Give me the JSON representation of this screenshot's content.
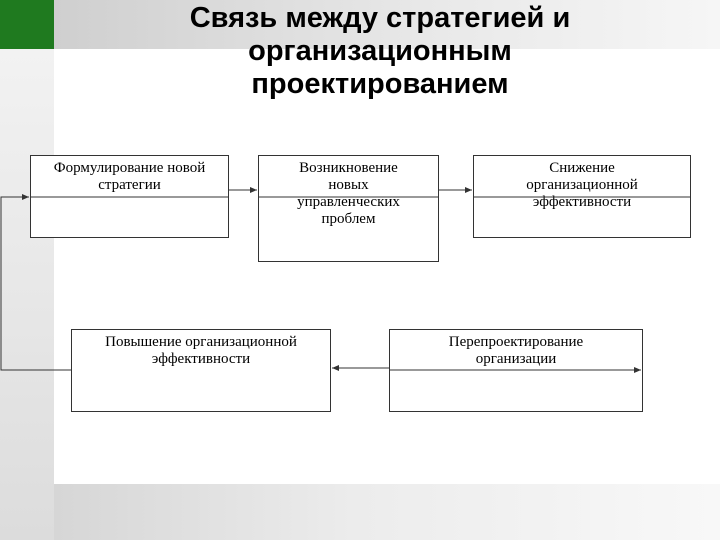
{
  "title": "Связь между стратегией и\nорганизационным\nпроектированием",
  "boxes": {
    "b1": "Формулирование новой\nстратегии",
    "b2": "Возникновение\nновых\nуправленческих\nпроблем",
    "b3": "Снижение\nорганизационной\nэффективности",
    "b4": "Повышение организационной\nэффективности",
    "b5": "Перепроектирование\nорганизации"
  },
  "colors": {
    "accent": "#1f7a1f",
    "line": "#333333"
  }
}
